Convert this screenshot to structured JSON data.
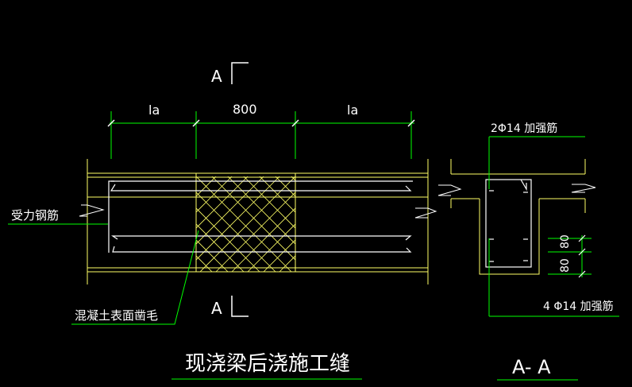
{
  "section_marks": {
    "top": "A",
    "bottom": "A"
  },
  "dimensions": {
    "left": "la",
    "middle": "800",
    "right": "la"
  },
  "labels": {
    "main_rebar": "受力钢筋",
    "rough_surface": "混凝土表面凿毛",
    "top_reinforce": "2Φ14 加强筋",
    "bottom_reinforce": "4 Φ14 加强筋",
    "dim_upper": "80",
    "dim_lower": "80"
  },
  "titles": {
    "main": "现浇梁后浇施工缝",
    "section": "A- A"
  },
  "colors": {
    "background": "#000000",
    "structure": "#ffff66",
    "dimension": "#00ff00",
    "text": "#ffffff",
    "rebar": "#ffffff"
  }
}
